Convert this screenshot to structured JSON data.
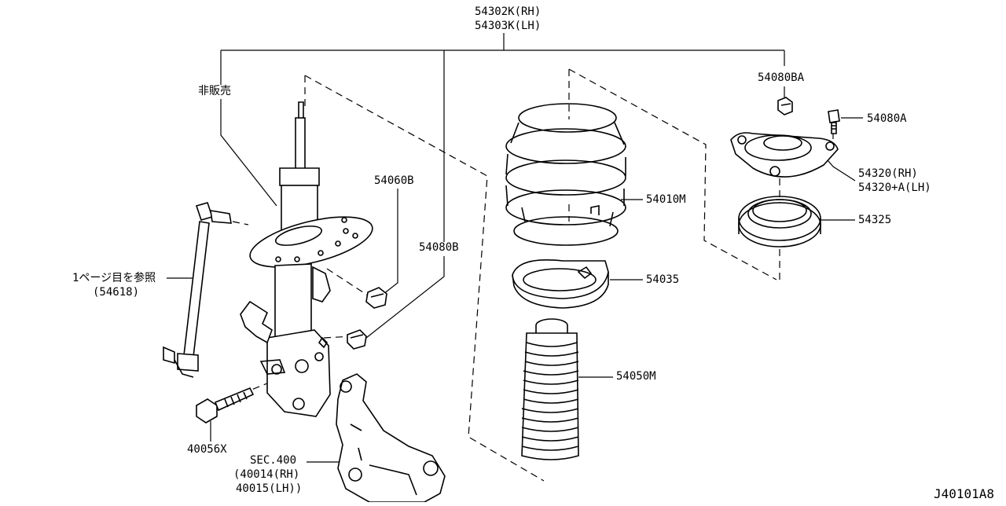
{
  "labels": {
    "strut_rh": "54302K(RH)",
    "strut_lh": "54303K(LH)",
    "not_for_sale": "非販売",
    "nut_54060b": "54060B",
    "nut_54080b": "54080B",
    "spring": "54010M",
    "spring_seat": "54035",
    "bound_bumper": "54050M",
    "mount_nut": "54080BA",
    "mount_bolt": "54080A",
    "mount_rh": "54320(RH)",
    "mount_lh": "54320+A(LH)",
    "bearing": "54325",
    "stabilizer_ref": "1ページ目を参照",
    "stabilizer_part": "(54618)",
    "bolt": "40056X",
    "section": "SEC.400",
    "knuckle_rh": "(40014(RH)",
    "knuckle_lh": "40015(LH))",
    "figure_code": "J40101A8"
  }
}
